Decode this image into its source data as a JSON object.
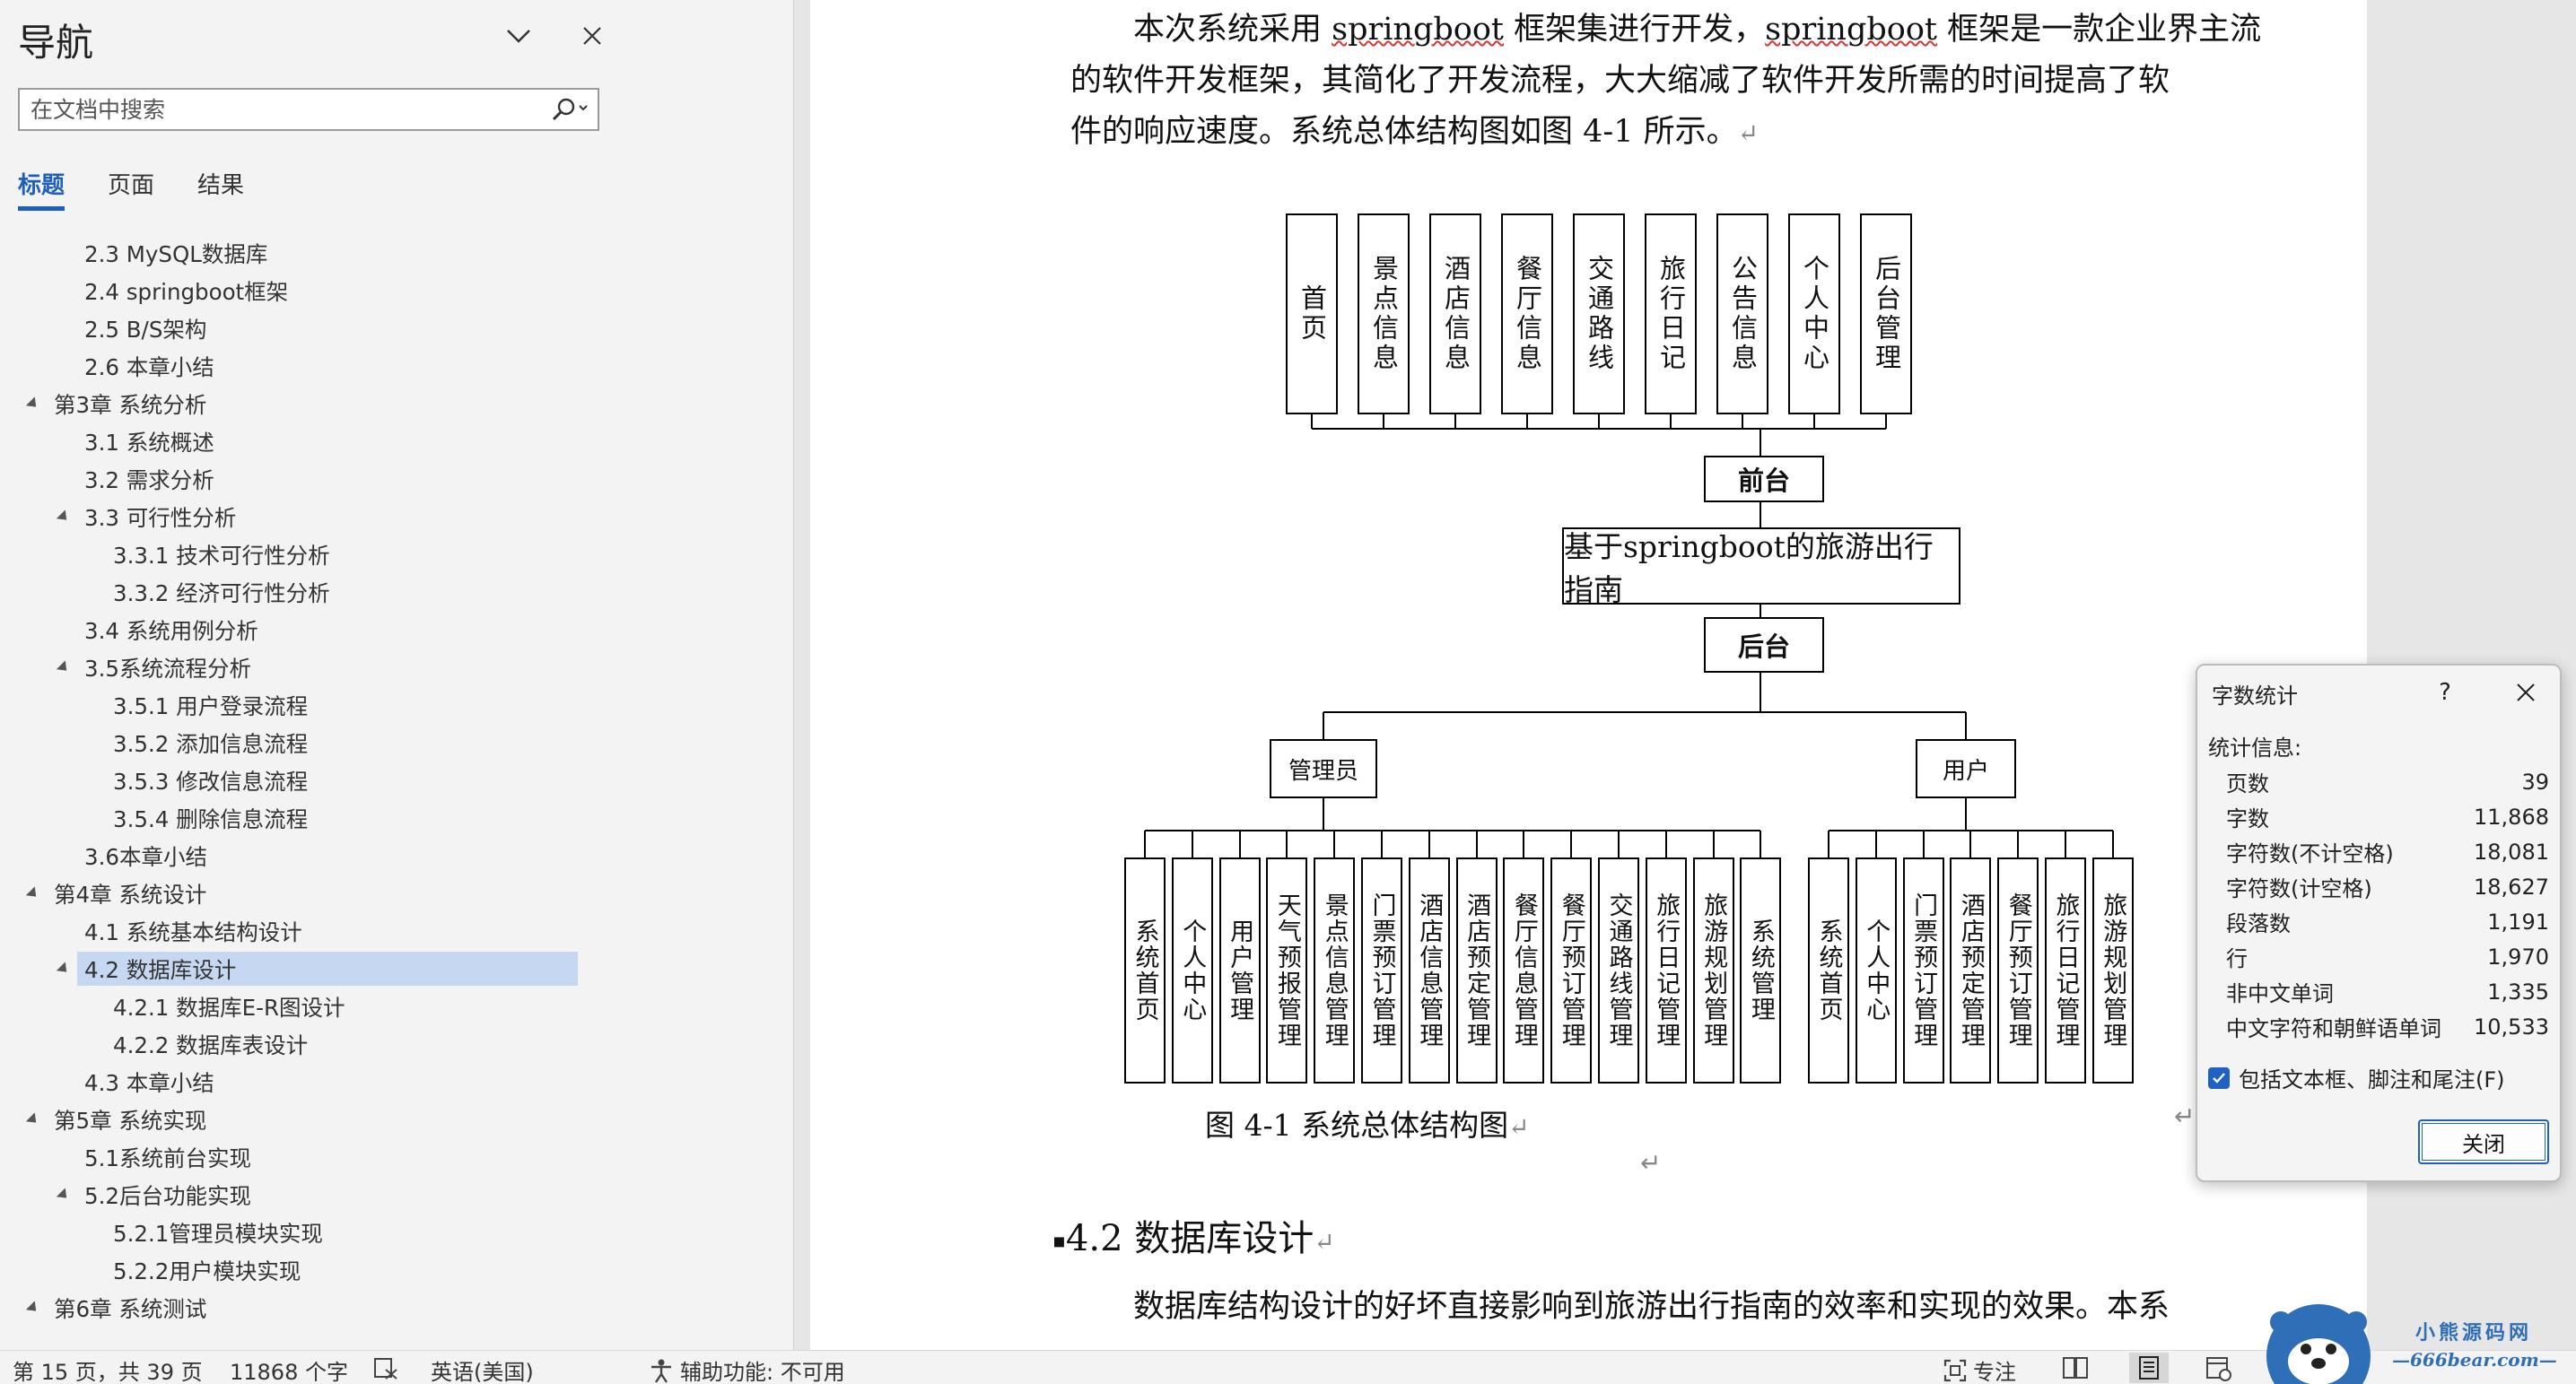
{
  "nav": {
    "title": "导航",
    "search_placeholder": "在文档中搜索",
    "tabs": [
      {
        "label": "标题",
        "active": true
      },
      {
        "label": "页面",
        "active": false
      },
      {
        "label": "结果",
        "active": false
      }
    ],
    "tree": [
      {
        "label": "2.3 MySQL数据库",
        "level": 2,
        "expanded": null
      },
      {
        "label": "2.4 springboot框架",
        "level": 2,
        "expanded": null
      },
      {
        "label": "2.5 B/S架构",
        "level": 2,
        "expanded": null
      },
      {
        "label": "2.6 本章小结",
        "level": 2,
        "expanded": null
      },
      {
        "label": "第3章 系统分析",
        "level": 1,
        "expanded": true
      },
      {
        "label": "3.1 系统概述",
        "level": 2,
        "expanded": null
      },
      {
        "label": "3.2 需求分析",
        "level": 2,
        "expanded": null
      },
      {
        "label": "3.3 可行性分析",
        "level": 2,
        "expanded": true
      },
      {
        "label": "3.3.1 技术可行性分析",
        "level": 3,
        "expanded": null
      },
      {
        "label": "3.3.2 经济可行性分析",
        "level": 3,
        "expanded": null
      },
      {
        "label": "3.4 系统用例分析",
        "level": 2,
        "expanded": null
      },
      {
        "label": "3.5系统流程分析",
        "level": 2,
        "expanded": true
      },
      {
        "label": "3.5.1 用户登录流程",
        "level": 3,
        "expanded": null
      },
      {
        "label": "3.5.2 添加信息流程",
        "level": 3,
        "expanded": null
      },
      {
        "label": "3.5.3 修改信息流程",
        "level": 3,
        "expanded": null
      },
      {
        "label": "3.5.4 删除信息流程",
        "level": 3,
        "expanded": null
      },
      {
        "label": "3.6本章小结",
        "level": 2,
        "expanded": null
      },
      {
        "label": "第4章 系统设计",
        "level": 1,
        "expanded": true
      },
      {
        "label": "4.1 系统基本结构设计",
        "level": 2,
        "expanded": null
      },
      {
        "label": "4.2 数据库设计",
        "level": 2,
        "expanded": true,
        "selected": true
      },
      {
        "label": "4.2.1 数据库E-R图设计",
        "level": 3,
        "expanded": null
      },
      {
        "label": "4.2.2 数据库表设计",
        "level": 3,
        "expanded": null
      },
      {
        "label": "4.3 本章小结",
        "level": 2,
        "expanded": null
      },
      {
        "label": "第5章 系统实现",
        "level": 1,
        "expanded": true
      },
      {
        "label": "5.1系统前台实现",
        "level": 2,
        "expanded": null
      },
      {
        "label": "5.2后台功能实现",
        "level": 2,
        "expanded": true
      },
      {
        "label": "5.2.1管理员模块实现",
        "level": 3,
        "expanded": null
      },
      {
        "label": "5.2.2用户模块实现",
        "level": 3,
        "expanded": null
      },
      {
        "label": "第6章 系统测试",
        "level": 1,
        "expanded": true
      }
    ]
  },
  "doc": {
    "paragraph_lines": [
      [
        "本次系统采用 ",
        "springboot",
        " 框架集进行开发，",
        "springboot",
        " 框架是一款企业界主流"
      ],
      [
        "的软件开发框架，其简化了开发流程，大大缩减了软件开发所需的时间提高了软"
      ],
      [
        "件的响应速度。系统总体结构图如图 4-1 所示。"
      ]
    ],
    "return_mark": "↵",
    "diagram": {
      "front_items": [
        "首页",
        "景点信息",
        "酒店信息",
        "餐厅信息",
        "交通路线",
        "旅行日记",
        "公告信息",
        "个人中心",
        "后台管理"
      ],
      "front_label": "前台",
      "center_label": "基于springboot的旅游出行指南",
      "back_label": "后台",
      "admin_label": "管理员",
      "user_label": "用户",
      "admin_items": [
        "系统首页",
        "个人中心",
        "用户管理",
        "天气预报管理",
        "景点信息管理",
        "门票预订管理",
        "酒店信息管理",
        "酒店预定管理",
        "餐厅信息管理",
        "餐厅预订管理",
        "交通路线管理",
        "旅行日记管理",
        "旅游规划管理",
        "系统管理"
      ],
      "user_items": [
        "系统首页",
        "个人中心",
        "门票预订管理",
        "酒店预定管理",
        "餐厅预订管理",
        "旅行日记管理",
        "旅游规划管理"
      ]
    },
    "figure_caption": "图 4-1  系统总体结构图",
    "section_heading": "4.2  数据库设计",
    "bottom_paragraph": "数据库结构设计的好坏直接影响到旅游出行指南的效率和实现的效果。本系"
  },
  "word_count": {
    "title": "字数统计",
    "help": "?",
    "section_label": "统计信息:",
    "stats": [
      {
        "label": "页数",
        "value": "39"
      },
      {
        "label": "字数",
        "value": "11,868"
      },
      {
        "label": "字符数(不计空格)",
        "value": "18,081"
      },
      {
        "label": "字符数(计空格)",
        "value": "18,627"
      },
      {
        "label": "段落数",
        "value": "1,191"
      },
      {
        "label": "行",
        "value": "1,970"
      },
      {
        "label": "非中文单词",
        "value": "1,335"
      },
      {
        "label": "中文字符和朝鲜语单词",
        "value": "10,533"
      }
    ],
    "include_label": "包括文本框、脚注和尾注(F)",
    "include_checked": true,
    "close_label": "关闭"
  },
  "status": {
    "page": "第 15 页，共 39 页",
    "words": "11868 个字",
    "language": "英语(美国)",
    "accessibility": "辅助功能: 不可用",
    "focus": "专注"
  },
  "watermark": {
    "line1": "小熊源码网",
    "line2": "—666bear.com—"
  },
  "colors": {
    "accent": "#1e5fb8",
    "selection": "#c6d8f1",
    "checkbox": "#1f62c4"
  }
}
